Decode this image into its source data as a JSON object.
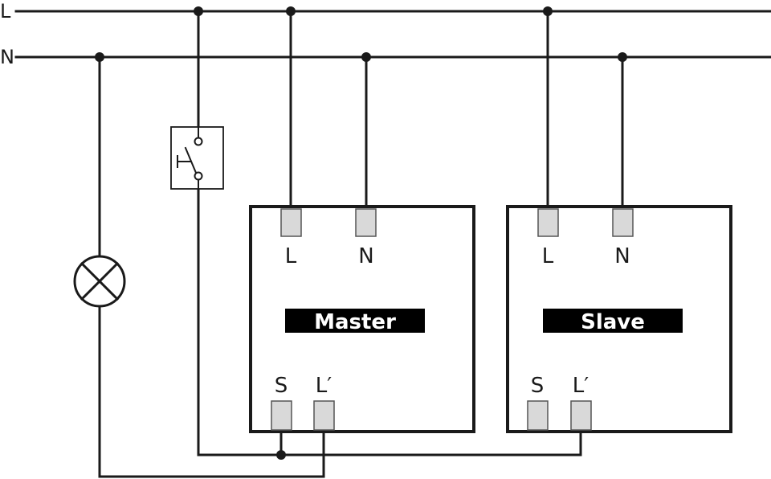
{
  "rails": {
    "live": "L",
    "neutral": "N"
  },
  "master": {
    "label": "Master",
    "terminals": {
      "live": "L",
      "neutral": "N",
      "switch": "S",
      "output": "L′"
    }
  },
  "slave": {
    "label": "Slave",
    "terminals": {
      "live": "L",
      "neutral": "N",
      "switch": "S",
      "output": "L′"
    }
  },
  "colors": {
    "line": "#1a1a1a",
    "terminal": "#d9d9d9",
    "label_bg": "#000000",
    "label_text": "#ffffff"
  },
  "icons": {
    "lamp": "lamp-icon",
    "switch": "push-button-icon"
  }
}
